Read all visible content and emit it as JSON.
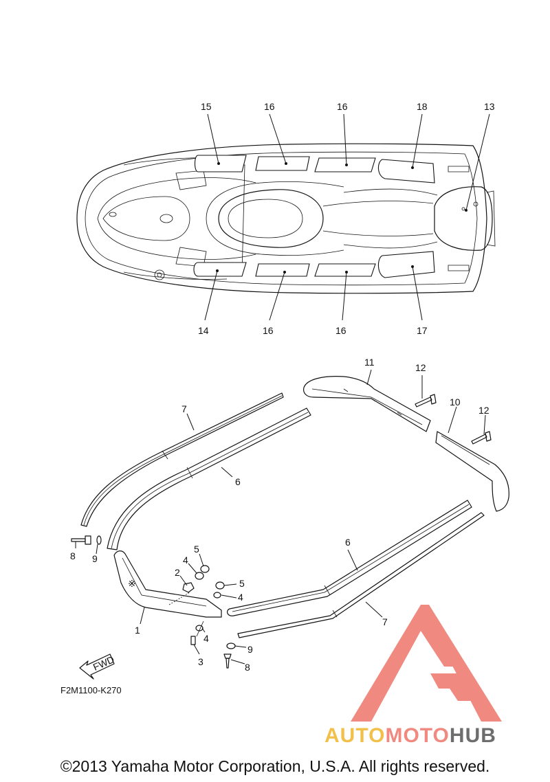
{
  "diagram": {
    "drawing_code": "F2M1100-K270",
    "fwd_label": "FWD",
    "copyright": "©2013 Yamaha Motor Corporation, U.S.A. All rights reserved.",
    "callouts": {
      "c15": "15",
      "c16a": "16",
      "c16b": "16",
      "c18": "18",
      "c13": "13",
      "c14": "14",
      "c16c": "16",
      "c16d": "16",
      "c17": "17",
      "c11": "11",
      "c12a": "12",
      "c10": "10",
      "c12b": "12",
      "c7a": "7",
      "c6a": "6",
      "c8a": "8",
      "c9a": "9",
      "c5a": "5",
      "c4a": "4",
      "c2": "2",
      "c5b": "5",
      "c4b": "4",
      "c1": "1",
      "c4c": "4",
      "c3": "3",
      "c6b": "6",
      "c7b": "7",
      "c9b": "9",
      "c8b": "8"
    }
  },
  "watermark": {
    "part1": "AUTO",
    "part2": "MOTO",
    "part3": "HUB",
    "colors": {
      "triangle": "#f08a80",
      "auto": "#f2c04a",
      "moto": "#f08a80",
      "hub": "#6d6d6d"
    }
  }
}
